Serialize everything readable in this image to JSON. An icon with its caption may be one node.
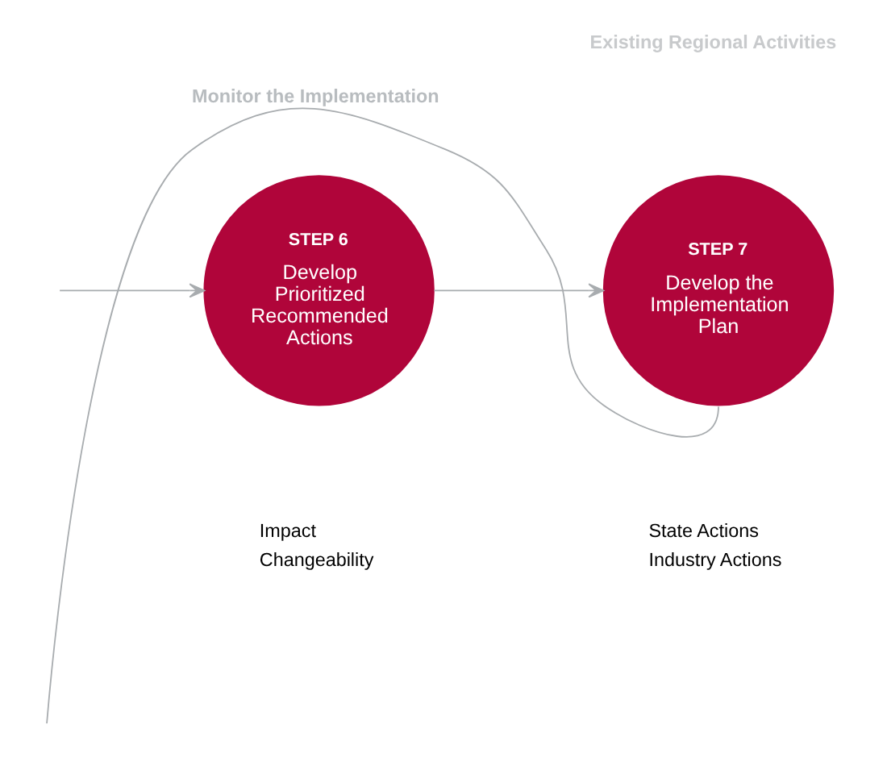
{
  "diagram": {
    "nodes": [
      {
        "text": [
          "STEP 6",
          "Develop Prioritized Recommended Actions"
        ],
        "beside": [
          "Impact",
          "Changeability"
        ]
      },
      {
        "text": [
          "STEP 7",
          "Develop the Implementation Plan"
        ],
        "beside": [
          "State Actions",
          "Industry Actions"
        ]
      }
    ],
    "edges": [
      {
        "from": null,
        "to": 0,
        "arrow": "to"
      },
      {
        "from": 0,
        "to": 1,
        "arrow": "to"
      },
      {
        "from": 1,
        "to": null,
        "arrow": "none",
        "label": "Monitor the Implementation"
      }
    ],
    "labels": [
      "Existing Regional Activities"
    ]
  }
}
